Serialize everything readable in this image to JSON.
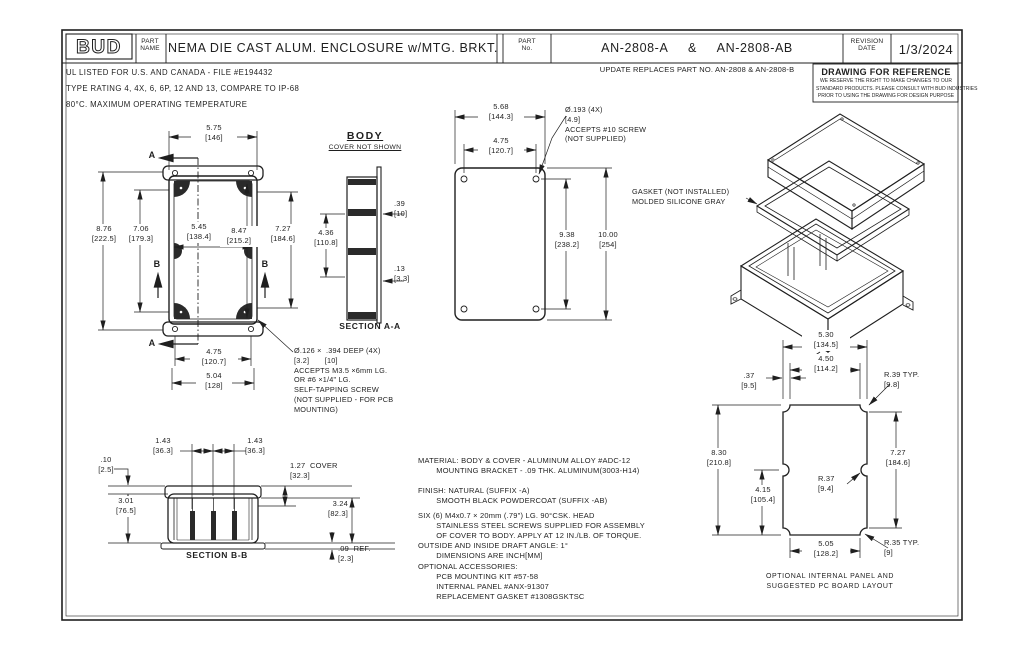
{
  "titleBlock": {
    "logo": "BUD",
    "partNameLabel": "PART\nNAME",
    "partName": "NEMA DIE CAST ALUM. ENCLOSURE w/MTG. BRKT.",
    "partNoLabel": "PART\nNo.",
    "partNo": "AN-2808-A     &     AN-2808-AB",
    "revisionLabel": "REVISION\nDATE",
    "revisionDate": "1/3/2024",
    "updateNote": "UPDATE REPLACES PART NO. AN-2808 & AN-2808-B"
  },
  "refNote": {
    "heading": "DRAWING FOR REFERENCE",
    "body": "WE RESERVE THE RIGHT TO MAKE CHANGES TO OUR\nSTANDARD PRODUCTS. PLEASE CONSULT WITH BUD INDUSTRIES\nPRIOR TO USING THE DRAWING FOR DESIGN PURPOSE"
  },
  "generalNotes": {
    "ul": "UL LISTED FOR U.S. AND CANADA - FILE #E194432",
    "rating": "TYPE RATING 4, 4X, 6, 6P, 12 AND 13, COMPARE TO IP-68",
    "temp": "80°C. MAXIMUM OPERATING TEMPERATURE"
  },
  "frontView": {
    "dimWidth": "5.75\n[146]",
    "dimInnerWidth": "5.45\n[138.4]",
    "dimH1": "8.76\n[222.5]",
    "dimH2": "7.06\n[179.3]",
    "dimH3": "8.47\n[215.2]",
    "dimH4": "7.27\n[184.6]",
    "dimBottom1": "4.75\n[120.7]",
    "dimBottom2": "5.04\n[128]",
    "markerA": "A",
    "markerB": "B",
    "pcbCallout": "Ø.126 ×  .394 DEEP (4X)\n[3.2]       [10]\nACCEPTS M3.5 ×6mm LG.\nOR #6 ×1/4\" LG.\nSELF-TAPPING SCREW\n(NOT SUPPLIED - FOR PCB\nMOUNTING)"
  },
  "sectionAA": {
    "title": "BODY",
    "subtitle": "COVER NOT SHOWN",
    "dimFlange": ".39\n[10]",
    "dimInner": "4.36\n[110.8]",
    "dimWall": ".13\n[3.3]",
    "label": "SECTION A-A"
  },
  "coverView": {
    "dimWidth": "5.68\n[144.3]",
    "dimHoleSpanW": "4.75\n[120.7]",
    "dimHoleSpanH": "9.38\n[238.2]",
    "dimHeight": "10.00\n[254]",
    "holeCallout": "Ø.193 (4X)\n[4.9]\nACCEPTS #10 SCREW\n(NOT SUPPLIED)"
  },
  "isoView": {
    "gasketNote": "GASKET (NOT INSTALLED)\nMOLDED SILICONE GRAY"
  },
  "panelView": {
    "dimW1": "5.30\n[134.5]",
    "dimW2": "4.50\n[114.2]",
    "dimOffset": ".37\n[9.5]",
    "radiusTop": "R.39 TYP.\n[9.8]",
    "dimH1": "8.30\n[210.8]",
    "dimH2": "4.15\n[105.4]",
    "radiusSide": "R.37\n[9.4]",
    "dimH3": "7.27\n[184.6]",
    "dimW3": "5.05\n[128.2]",
    "radiusBottom": "R.35 TYP.\n[9]",
    "caption": "OPTIONAL INTERNAL PANEL AND\nSUGGESTED PC BOARD LAYOUT"
  },
  "sectionBB": {
    "dimRibL": "1.43\n[36.3]",
    "dimRibR": "1.43\n[36.3]",
    "dimLip": ".10\n[2.5]",
    "dimCover": "1.27  COVER\n[32.3]",
    "dimBody": "3.01\n[76.5]",
    "dimTotal": "3.24\n[82.3]",
    "dimBracket": ".09  REF.\n[2.3]",
    "label": "SECTION B-B"
  },
  "specNotes": {
    "material": "MATERIAL: BODY & COVER - ALUMINUM ALLOY #ADC-12\n        MOUNTING BRACKET - .09 THK. ALUMINUM(3003-H14)",
    "finish": "FINISH: NATURAL (SUFFIX -A)\n        SMOOTH BLACK POWDERCOAT (SUFFIX -AB)",
    "screws": "SIX (6) M4x0.7 × 20mm (.79\") LG. 90°CSK. HEAD\n        STAINLESS STEEL SCREWS SUPPLIED FOR ASSEMBLY\n        OF COVER TO BODY. APPLY AT 12 IN./LB. OF TORQUE.",
    "draft": "OUTSIDE AND INSIDE DRAFT ANGLE: 1°\n        DIMENSIONS ARE INCH[MM]",
    "accessories": "OPTIONAL ACCESSORIES:\n        PCB MOUNTING KIT #57-58\n        INTERNAL PANEL #ANX-91307\n        REPLACEMENT GASKET #1308GSKTSC"
  }
}
